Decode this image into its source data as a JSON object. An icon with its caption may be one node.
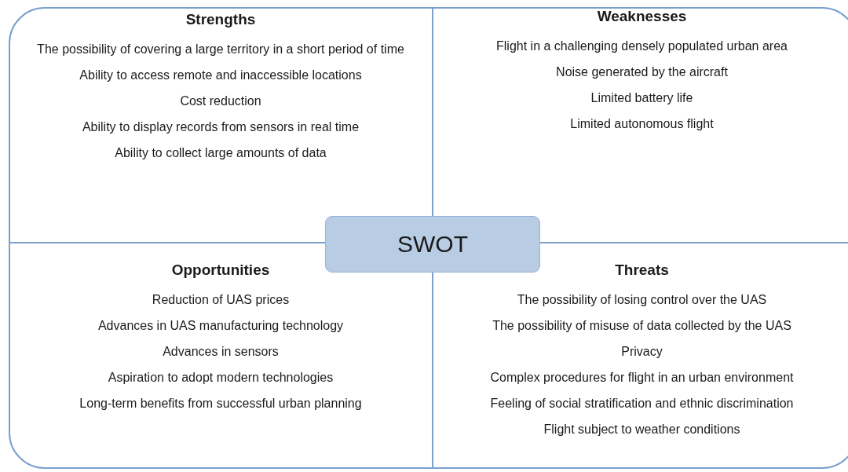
{
  "diagram": {
    "nodes": [
      {
        "text": [
          "Strengths",
          "The possibility of covering a large territory in a short period of time",
          "Ability to access remote and inaccessible locations",
          "Cost reduction",
          "Ability to display records from sensors in real time",
          "Ability to collect large amounts of data"
        ]
      },
      {
        "text": [
          "Weaknesses",
          "Flight in a challenging densely populated urban area",
          "Noise generated by the aircraft",
          "Limited battery life",
          "Limited autonomous flight"
        ]
      },
      {
        "text": [
          "Opportunities",
          "Reduction of UAS prices",
          "Advances in UAS manufacturing technology",
          "Advances in sensors",
          "Aspiration to adopt modern technologies",
          "Long-term benefits from successful urban planning"
        ]
      },
      {
        "text": [
          "Threats",
          "The possibility of losing control over the UAS",
          "The possibility of misuse of data collected by the UAS",
          "Privacy",
          "Complex procedures for flight in an urban environment",
          "Feeling of social stratification and ethnic discrimination",
          "Flight subject to weather conditions"
        ]
      },
      {
        "text": [
          "SWOT"
        ]
      }
    ],
    "edges": []
  }
}
